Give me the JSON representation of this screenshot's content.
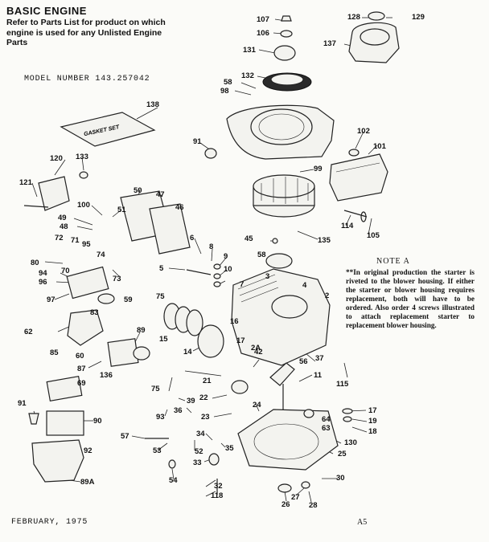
{
  "header": {
    "title": "BASIC ENGINE",
    "subtitle": "Refer to Parts List for product on which engine is used for any Unlisted Engine Parts",
    "model": "MODEL NUMBER 143.257042"
  },
  "footer": {
    "date": "FEBRUARY, 1975",
    "page_code": "A5"
  },
  "note": {
    "title": "NOTE A",
    "body": "**In original production the starter is riveted to the blower housing. If either the starter or blower housing requires replacement, both will have to be ordered. Also order 4 screws illustrated to attach replacement starter to replacement blower housing."
  },
  "gasket_set_label": "GASKET SET",
  "callouts": [
    "107",
    "106",
    "128",
    "129",
    "131",
    "137",
    "132",
    "58",
    "98",
    "138",
    "91",
    "99",
    "102",
    "101",
    "120",
    "133",
    "121",
    "50",
    "47",
    "46",
    "100",
    "51",
    "49",
    "48",
    "135",
    "114",
    "105",
    "72",
    "71",
    "95",
    "45",
    "6",
    "8",
    "9",
    "10",
    "80",
    "70",
    "74",
    "73",
    "94",
    "96",
    "5",
    "58",
    "3",
    "4",
    "97",
    "75",
    "59",
    "7",
    "2",
    "62",
    "83",
    "85",
    "60",
    "89",
    "15",
    "16",
    "14",
    "2A",
    "17",
    "42",
    "56",
    "37",
    "87",
    "136",
    "69",
    "75",
    "21",
    "11",
    "115",
    "22",
    "24",
    "91",
    "90",
    "39",
    "93",
    "36",
    "23",
    "17",
    "19",
    "18",
    "64",
    "63",
    "130",
    "25",
    "57",
    "34",
    "35",
    "53",
    "52",
    "33",
    "92",
    "89A",
    "54",
    "32",
    "118",
    "26",
    "27",
    "28",
    "30"
  ]
}
